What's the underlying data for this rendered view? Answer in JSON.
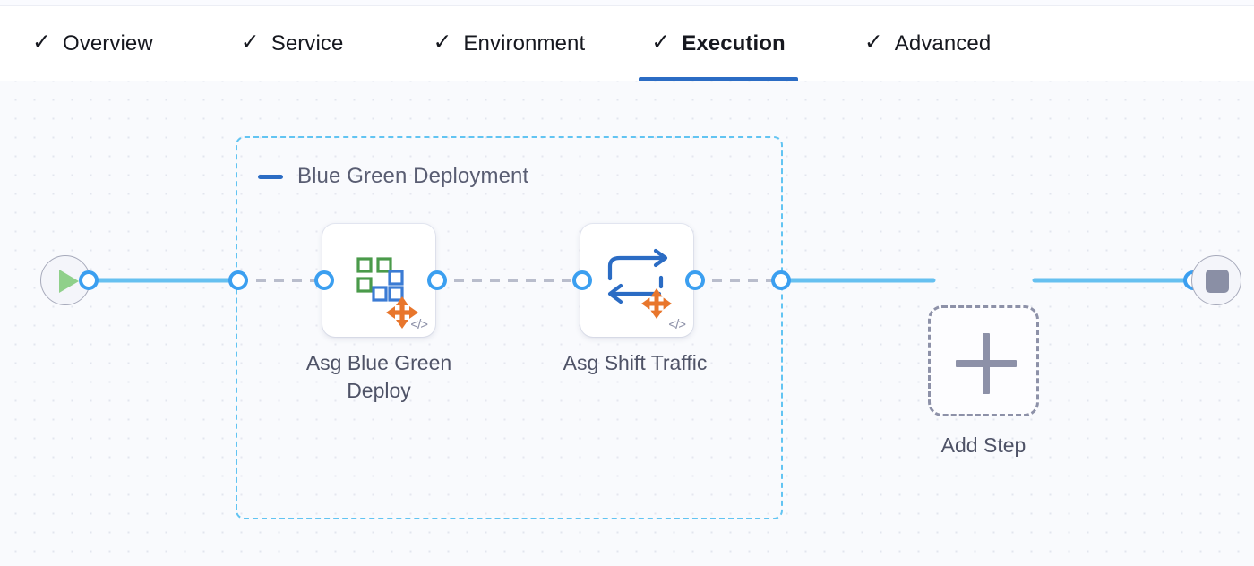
{
  "tabbar": {
    "tabs": [
      {
        "label": "Overview",
        "icon": "check-icon",
        "active": false
      },
      {
        "label": "Service",
        "icon": "check-icon",
        "active": false
      },
      {
        "label": "Environment",
        "icon": "check-icon",
        "active": false
      },
      {
        "label": "Execution",
        "icon": "check-icon",
        "active": true
      },
      {
        "label": "Advanced",
        "icon": "check-icon",
        "active": false
      }
    ],
    "check_glyph": "✓",
    "active_underline_color": "#2b6cc4"
  },
  "canvas": {
    "background_color": "#f9fafd",
    "grid_dot_color": "#e2e5ee"
  },
  "pipeline": {
    "start_node": {
      "name": "start-node",
      "icon": "play-icon"
    },
    "end_node": {
      "name": "end-node",
      "icon": "stop-icon"
    },
    "group": {
      "title": "Blue Green Deployment",
      "collapse_icon": "minus-icon",
      "border_color": "#62c4f2"
    },
    "steps": [
      {
        "label": "Asg Blue Green Deploy",
        "icon": "asg-blue-green-deploy-icon",
        "badge": "</>",
        "badge_icon": "code-badge-icon"
      },
      {
        "label": "Asg Shift Traffic",
        "icon": "asg-shift-traffic-icon",
        "badge": "</>",
        "badge_icon": "code-badge-icon"
      }
    ],
    "add_step": {
      "label": "Add Step",
      "icon": "plus-icon"
    }
  }
}
